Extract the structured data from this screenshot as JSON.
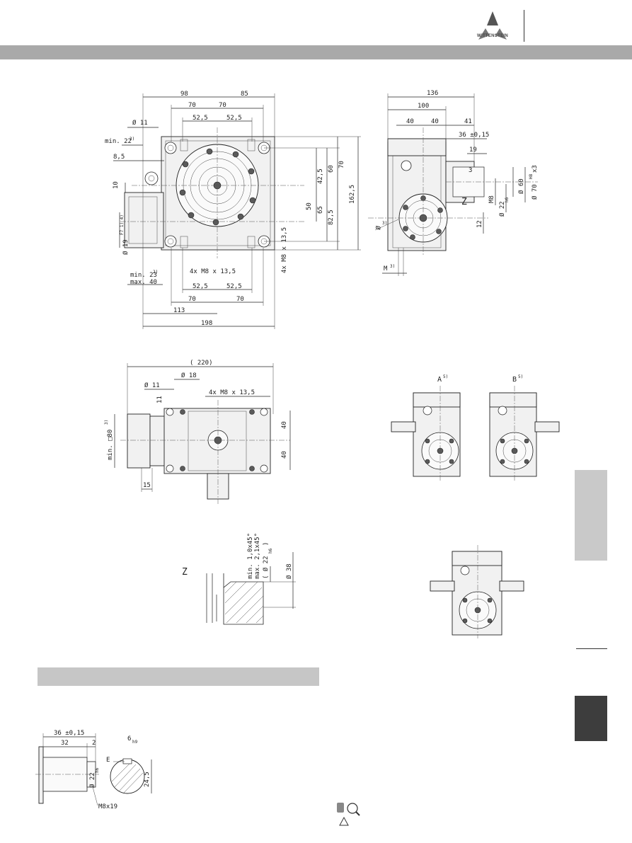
{
  "brand": {
    "logo_text": "WITTENSTEIN",
    "logo_icon": "wittenstein-logo-icon"
  },
  "front_view": {
    "top_dims": [
      "98",
      "85",
      "70",
      "70",
      "52,5",
      "52,5"
    ],
    "left_dims": [
      "Ø 11",
      "min. 22",
      "3)",
      "8,5",
      "10",
      "Ø 19",
      "F7 1) 4)",
      "min. 23",
      "2)",
      "max. 40"
    ],
    "right_dims": [
      "42,5",
      "60",
      "70",
      "50",
      "65",
      "82,5",
      "162,5",
      "4x M8 x 13,5"
    ],
    "bottom_dims": [
      "4x M8 x 13,5",
      "52,5",
      "52,5",
      "70",
      "70",
      "113",
      "198"
    ]
  },
  "side_view": {
    "top_dims": [
      "136",
      "100",
      "40",
      "40",
      "41",
      "36 ±0,15",
      "19",
      "3"
    ],
    "right_dims": [
      "Ø 60",
      "Ø 70",
      "H8",
      "x3",
      "M8",
      "Ø 22",
      "h6",
      "12",
      "Z"
    ],
    "left_dims": [
      "Ø",
      "3)",
      "M",
      "3)"
    ]
  },
  "top_view": {
    "dims": [
      "( 220)",
      "Ø 18",
      "Ø 11",
      "11",
      "4x M8 x 13,5",
      "40",
      "40",
      "min. □80",
      "3)",
      "15"
    ]
  },
  "detail_z": {
    "label": "Z",
    "dims": [
      "min. 1,0x45°",
      "max. 2,1x45°",
      "( Ø 22",
      "h6",
      ")",
      "Ø 38"
    ]
  },
  "variants": {
    "a_label": "A",
    "a_sup": "5)",
    "b_label": "B",
    "b_sup": "5)"
  },
  "shaft_detail": {
    "dims": [
      "36 ±0,15",
      "32",
      "2",
      "6",
      "h9",
      "E",
      "Ø 22",
      "h6",
      "24,5",
      "M8x19"
    ]
  },
  "footer_icon": "measurement-icon",
  "colors": {
    "band": "#a9a9a9",
    "side_tab": "#c9c9c9",
    "dark_tab": "#3d3d3d",
    "section_bar": "#c6c6c6"
  }
}
